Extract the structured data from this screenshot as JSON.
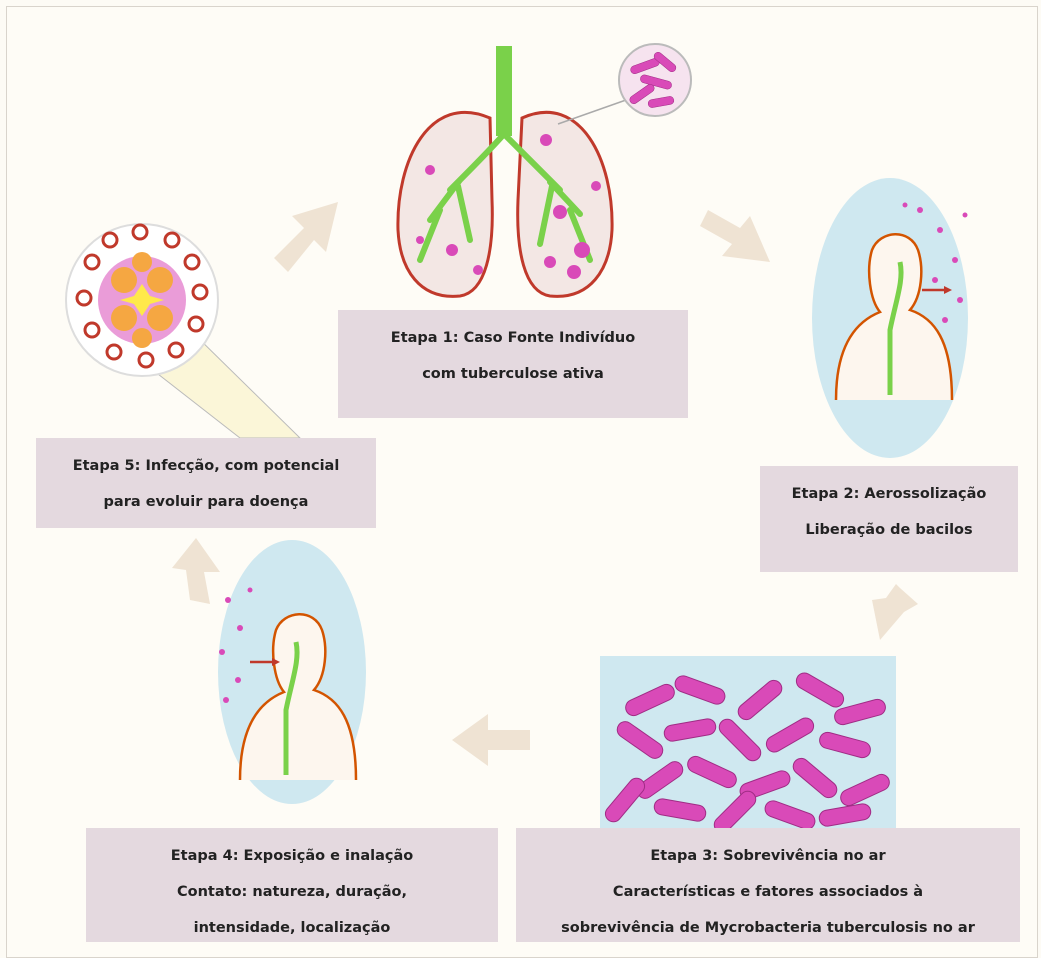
{
  "stages": {
    "stage1": {
      "line1": "Etapa 1: Caso Fonte Indivíduo",
      "line2": "com tuberculose ativa"
    },
    "stage2": {
      "line1": "Etapa 2: Aerossolização",
      "line2": "Liberação de bacilos"
    },
    "stage3": {
      "line1": "Etapa 3: Sobrevivência no ar",
      "line2": "Características e fatores associados à",
      "line3": "sobrevivência de Mycrobacteria tuberculosis no ar"
    },
    "stage4": {
      "line1": "Etapa 4: Exposição e inalação",
      "line2": "Contato: natureza, duração,",
      "line3": "intensidade, localização"
    },
    "stage5": {
      "line1": "Etapa 5: Infecção, com potencial",
      "line2": "para evoluir para doença"
    }
  },
  "colors": {
    "label_box": "#e4d9df",
    "arrow": "#efe3d3",
    "lung_outline": "#c0392b",
    "airway": "#7ad14a",
    "bacilli": "#d94ab8",
    "body_oval": "#cfe8f0",
    "body_outline": "#d35400"
  }
}
